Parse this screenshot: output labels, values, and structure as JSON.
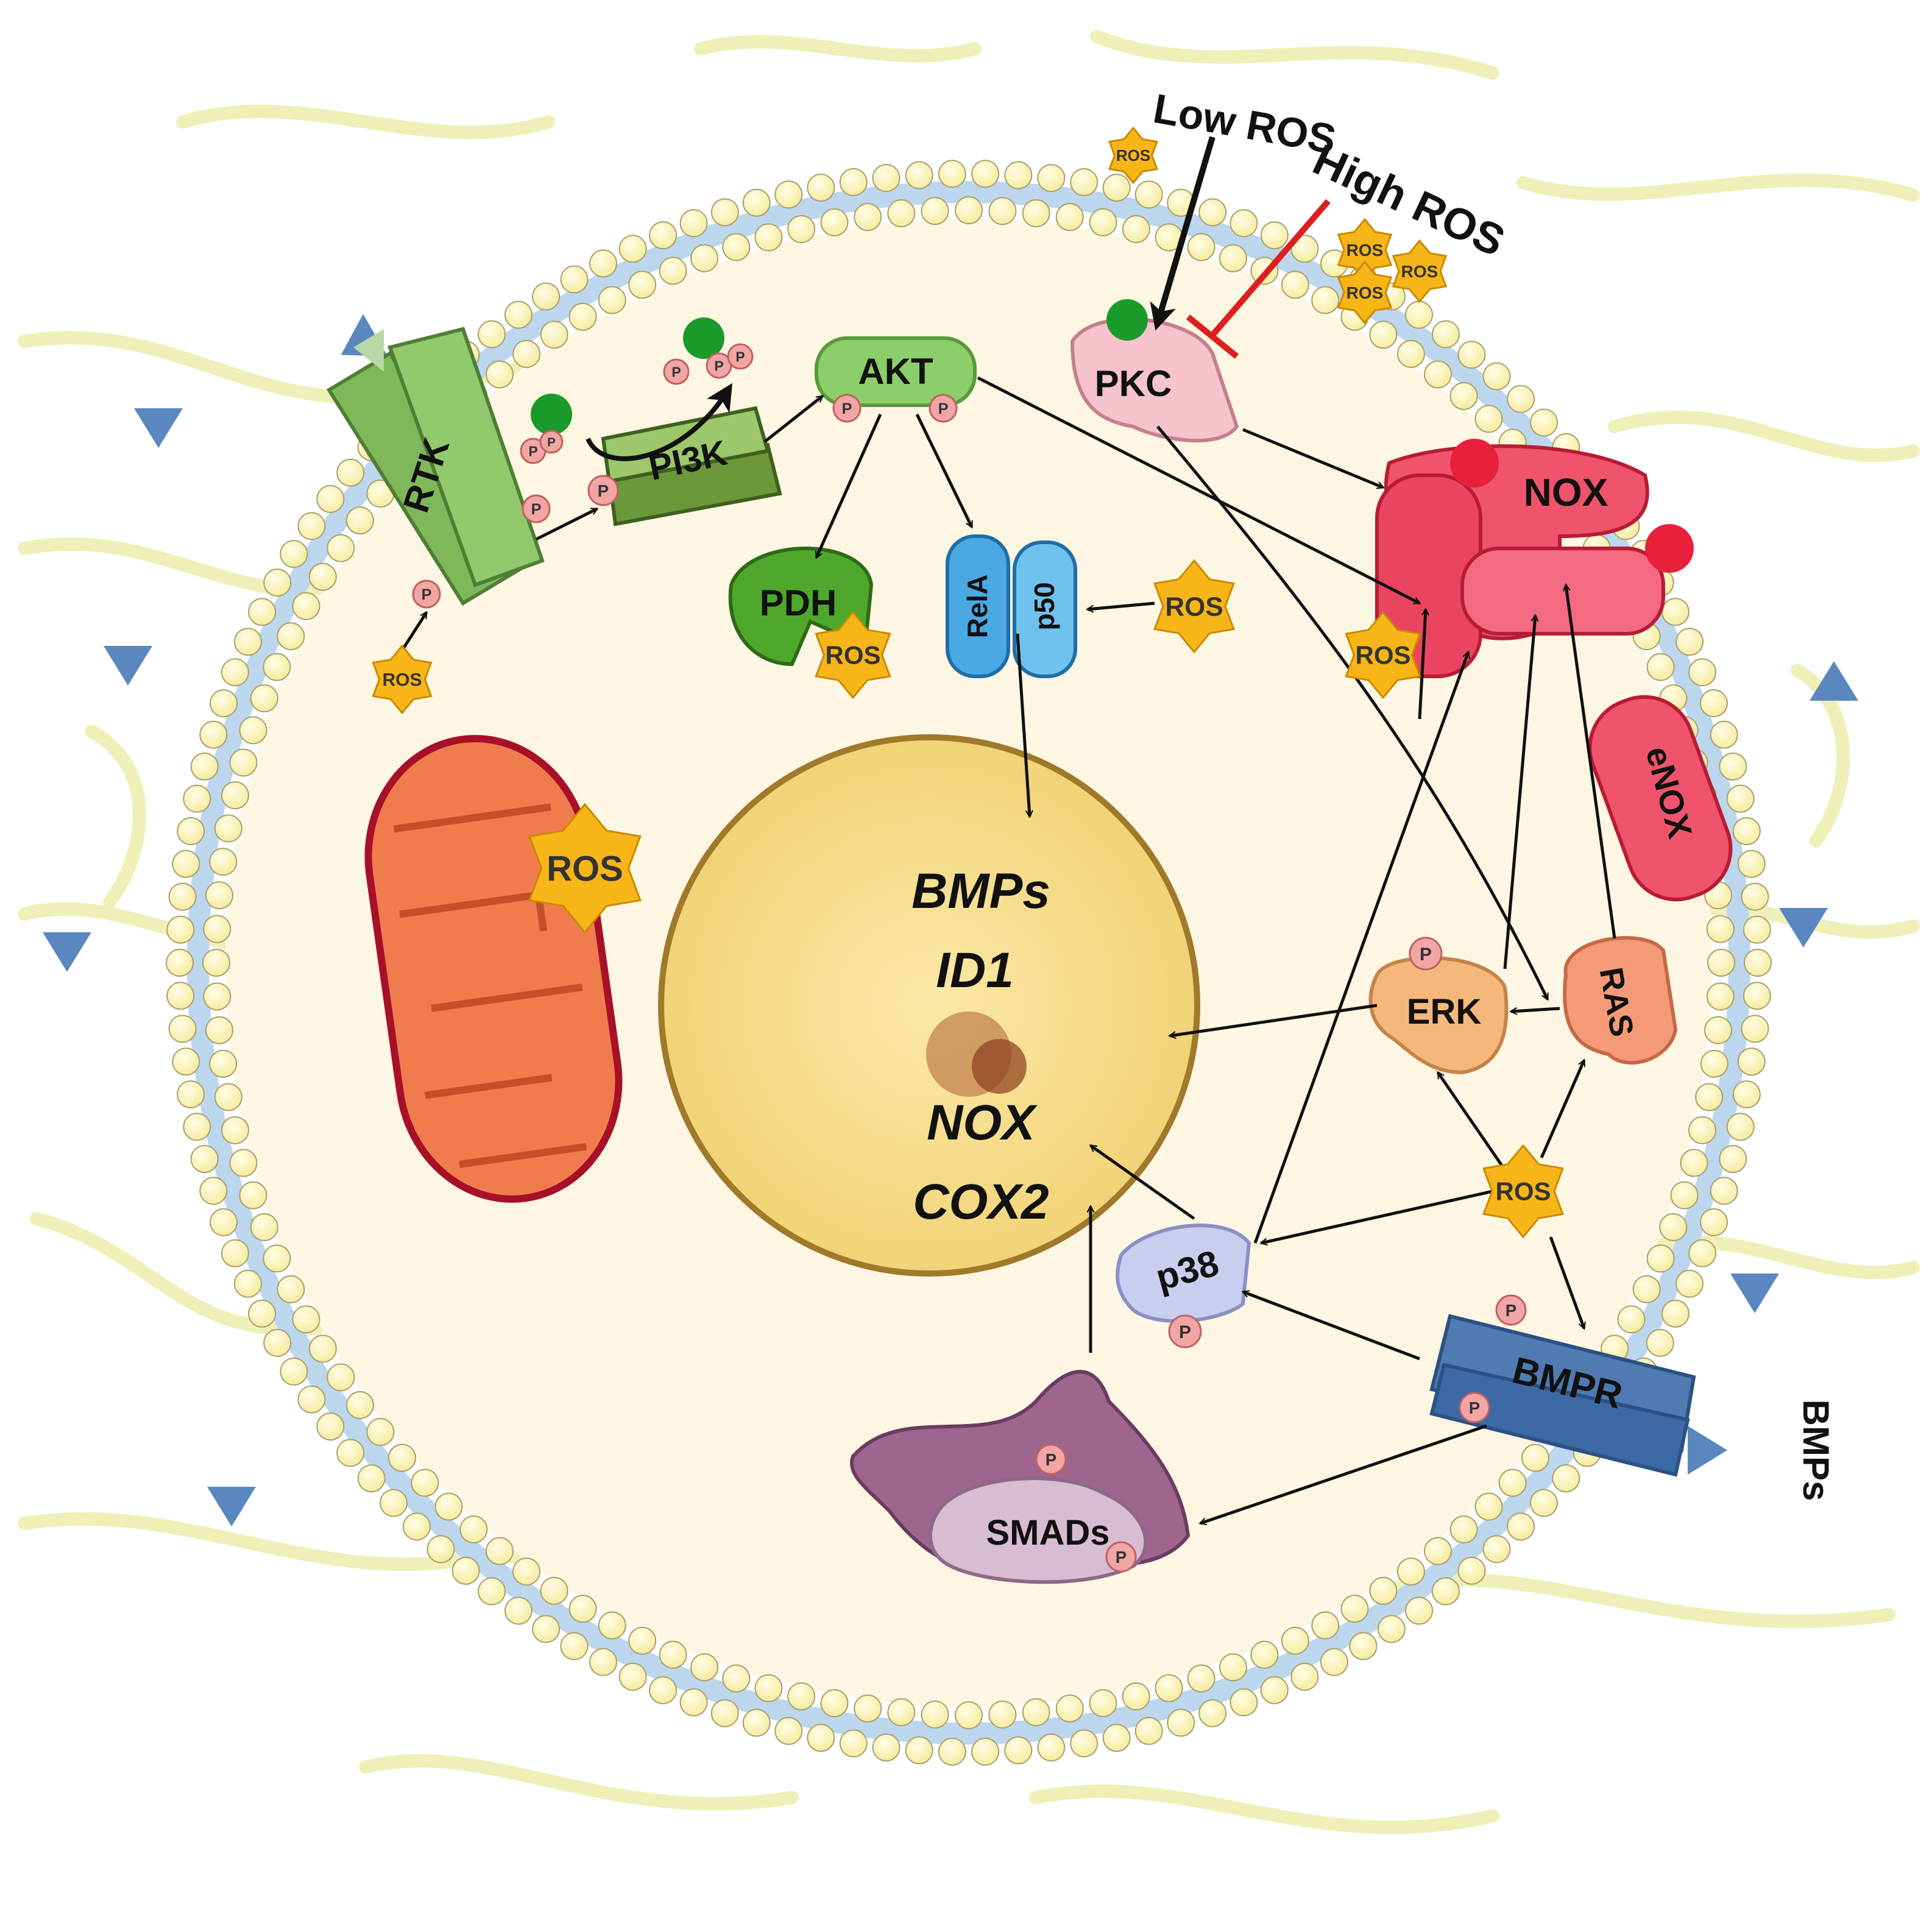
{
  "labels": {
    "low_ros": "Low ROS",
    "high_ros": "High ROS",
    "bmps_outside": "BMPs",
    "rtk": "RTK",
    "pi3k": "PI3K",
    "akt": "AKT",
    "pdh": "PDH",
    "rela": "RelA",
    "p50": "p50",
    "pkc": "PKC",
    "nox": "NOX",
    "enox": "eNOX",
    "erk": "ERK",
    "ras": "RAS",
    "p38": "p38",
    "bmpr": "BMPR",
    "smads": "SMADs"
  },
  "nucleus_genes": [
    "BMPs",
    "ID1",
    "NOX",
    "COX2"
  ],
  "ros_label": "ROS",
  "phospho_label": "P",
  "colors": {
    "membrane_bead": "#fff7b8",
    "membrane_bead_edge": "#a8a070",
    "membrane_band": "#bcd6ee",
    "cytoplasm": "#fdf6e3",
    "fiber": "#eef0b8",
    "ros_star": "#f7b518",
    "rtk": "#7fb85a",
    "pi3k": "#8fbc5e",
    "akt": "#8ccf6a",
    "pdh": "#4fa82c",
    "nfkb": "#4aa9e3",
    "pkc": "#f7c3cc",
    "nox": "#f0546c",
    "erk": "#f5b87a",
    "ras": "#f49a77",
    "p38": "#c9cdee",
    "bmpr": "#4f7bb2",
    "smads": "#9e668f",
    "mitochondrion": "#f07c4e",
    "nucleus": "#f5dc82",
    "phospho": "#f2a5a5",
    "inhibit": "#dd1f1f",
    "ligand": "#5b87c0"
  }
}
